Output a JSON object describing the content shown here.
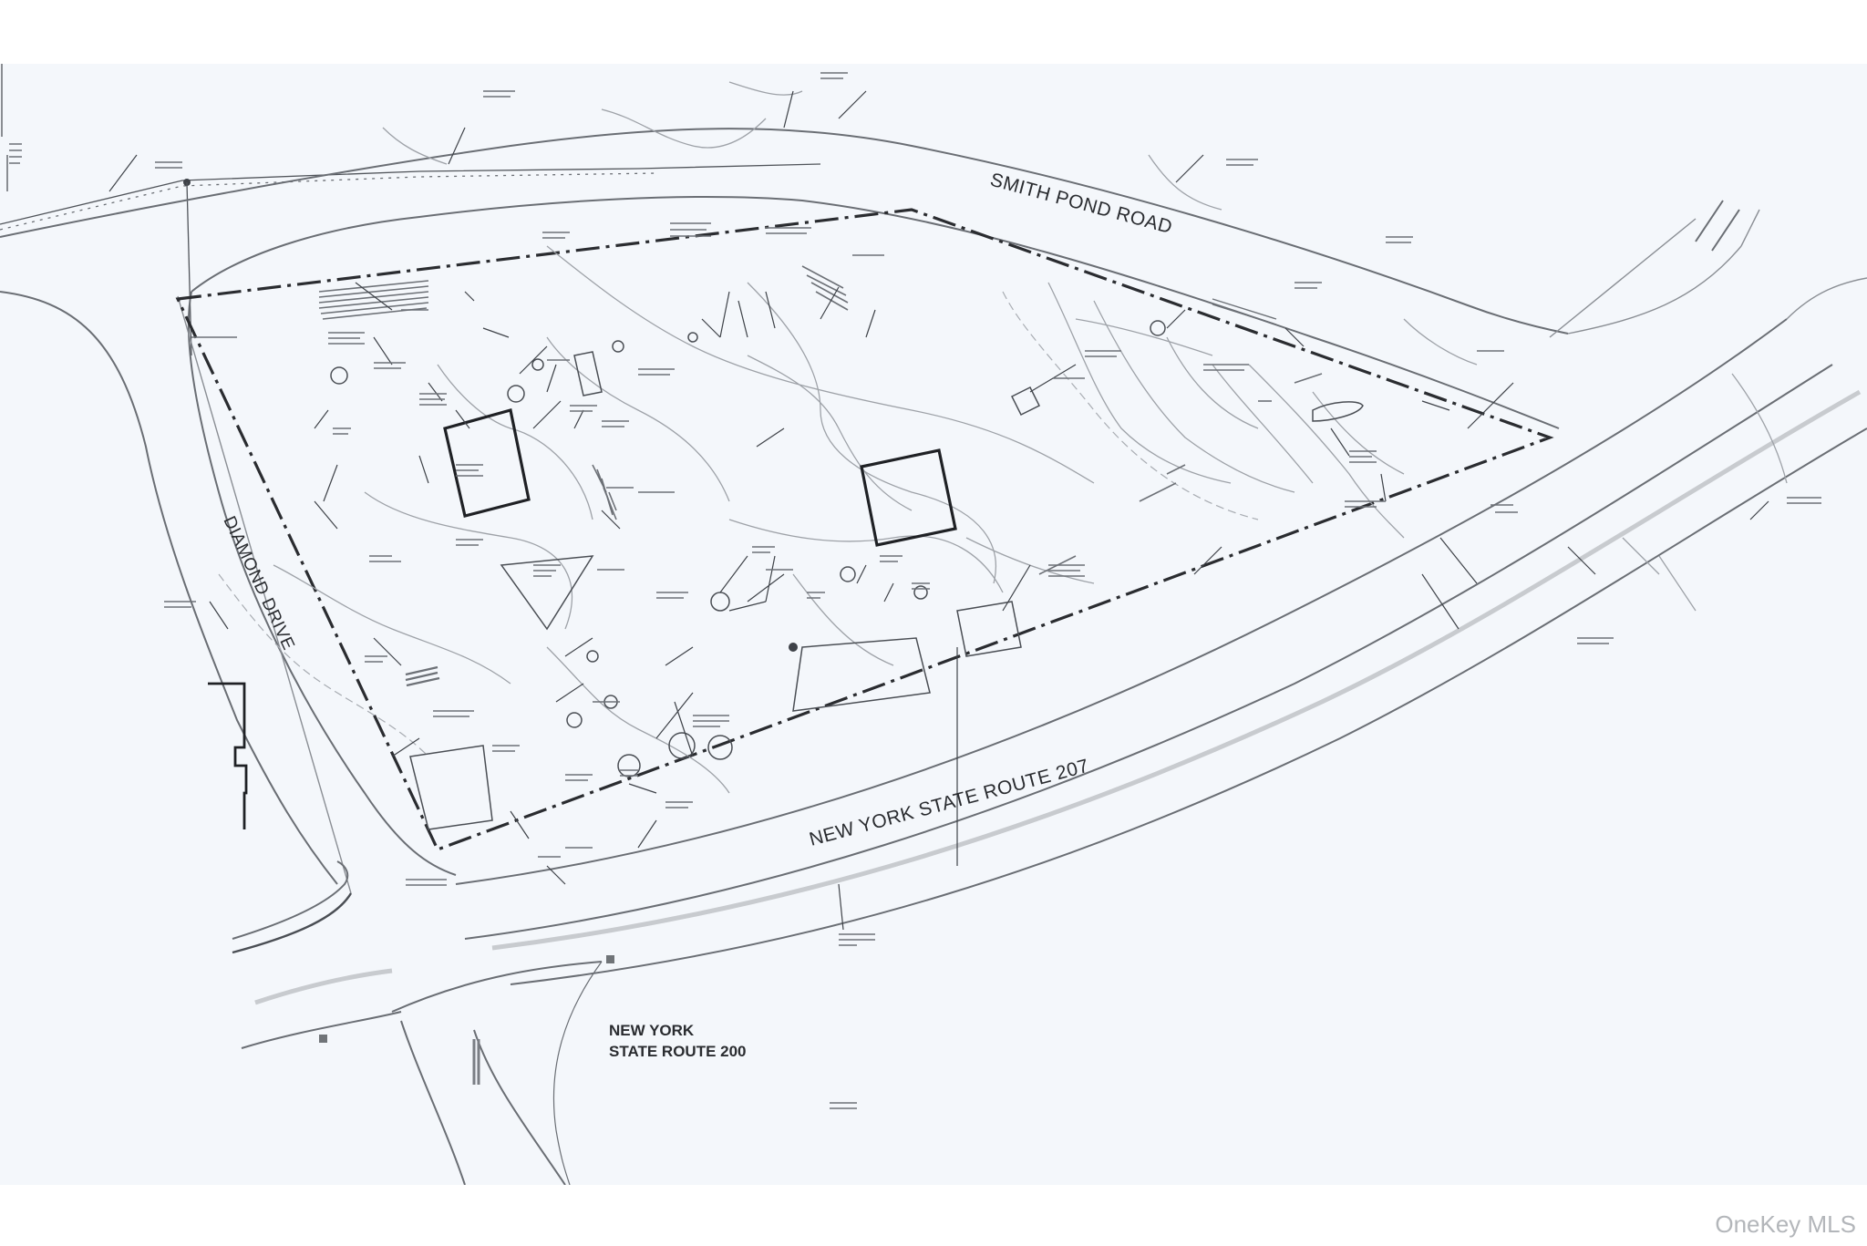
{
  "plan": {
    "road_labels": {
      "smith_pond_road": "SMITH POND ROAD",
      "ny_route_17": "NEW YORK STATE ROUTE 207",
      "ny_route_208_line1": "NEW YORK",
      "ny_route_208_line2": "STATE ROUTE 200",
      "drive": "DIAMOND DRIVE"
    }
  },
  "watermark": "OneKey MLS"
}
